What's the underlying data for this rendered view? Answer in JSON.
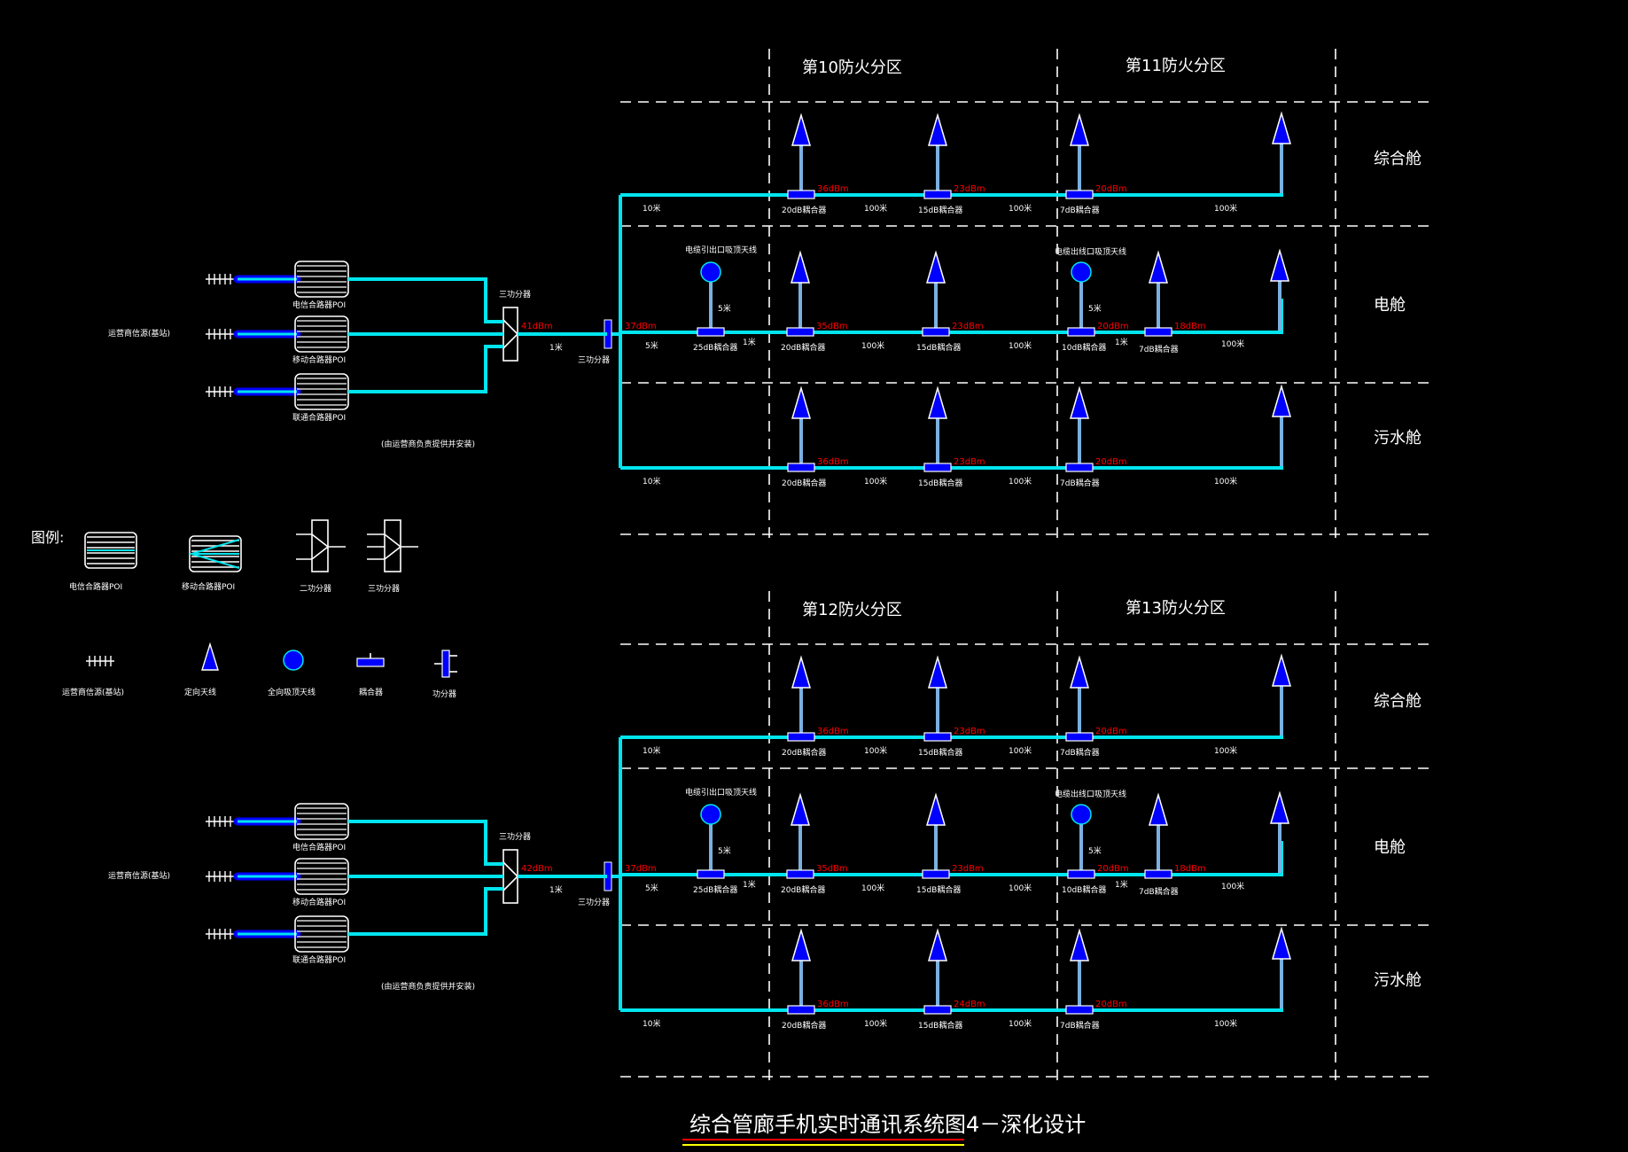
{
  "title": "综合管廊手机实时通讯系统图4－深化设计",
  "colors": {
    "background": "#000000",
    "feeder": "#00e5ee",
    "device": "#0000ff",
    "signal_label": "#ff0000",
    "stem": "#7ab0e0",
    "title_underline_1": "#ff0000",
    "title_underline_2": "#ffff00"
  },
  "legend": {
    "heading": "图例:",
    "items": [
      {
        "icon": "poi-single-icon",
        "label": "电信合路器POI"
      },
      {
        "icon": "poi-multi-icon",
        "label": "移动合路器POI"
      },
      {
        "icon": "two-way-splitter-icon",
        "label": "二功分器"
      },
      {
        "icon": "three-way-splitter-icon",
        "label": "三功分器"
      },
      {
        "icon": "base-station-icon",
        "label": "运营商信源(基站)"
      },
      {
        "icon": "directional-antenna-icon",
        "label": "定向天线"
      },
      {
        "icon": "omni-antenna-icon",
        "label": "全向吸顶天线"
      },
      {
        "icon": "coupler-icon",
        "label": "耦合器"
      },
      {
        "icon": "power-divider-icon",
        "label": "功分器"
      }
    ]
  },
  "cabins": [
    "综合舱",
    "电舱",
    "污水舱"
  ],
  "sections": [
    {
      "zones": [
        "第10防火分区",
        "第11防火分区"
      ],
      "source_label": "运营商信源(基站)",
      "poi_labels": [
        "电信合路器POI",
        "移动合路器POI",
        "联通合路器POI"
      ],
      "poi_note": "(由运营商负责提供并安装)",
      "combiner_label": "三功分器",
      "combiner_out": "41dBm",
      "jumper_len": "1米",
      "splitter_label": "三功分器",
      "splitter_out": "37dBm",
      "rows": [
        {
          "start_len": "10米",
          "couplers": [
            {
              "type": "20dB耦合器",
              "dbm": "36dBm"
            },
            {
              "type": "15dB耦合器",
              "dbm": "23dBm"
            },
            {
              "type": "7dB耦合器",
              "dbm": "20dBm"
            }
          ],
          "spans": [
            "100米",
            "100米",
            "100米"
          ]
        },
        {
          "start_len": "5米",
          "omni1": {
            "label": "电缆引出口吸顶天线",
            "cable": "5米",
            "coupler": "25dB耦合器"
          },
          "gap": "1米",
          "couplers": [
            {
              "type": "20dB耦合器",
              "dbm": "35dBm"
            },
            {
              "type": "15dB耦合器",
              "dbm": "23dBm"
            }
          ],
          "span1": "100米",
          "span2": "100米",
          "omni2": {
            "label": "电缆出线口吸顶天线",
            "cable": "5米",
            "coupler": "10dB耦合器",
            "dbm": "20dBm"
          },
          "gap2": "1米",
          "coupler4": {
            "type": "7dB耦合器",
            "dbm": "18dBm"
          },
          "end_span": "100米"
        },
        {
          "start_len": "10米",
          "couplers": [
            {
              "type": "20dB耦合器",
              "dbm": "36dBm"
            },
            {
              "type": "15dB耦合器",
              "dbm": "23dBm"
            },
            {
              "type": "7dB耦合器",
              "dbm": "20dBm"
            }
          ],
          "spans": [
            "100米",
            "100米",
            "100米"
          ]
        }
      ]
    },
    {
      "zones": [
        "第12防火分区",
        "第13防火分区"
      ],
      "source_label": "运营商信源(基站)",
      "poi_labels": [
        "电信合路器POI",
        "移动合路器POI",
        "联通合路器POI"
      ],
      "poi_note": "(由运营商负责提供并安装)",
      "combiner_label": "三功分器",
      "combiner_out": "42dBm",
      "jumper_len": "1米",
      "splitter_label": "三功分器",
      "splitter_out": "37dBm",
      "rows": [
        {
          "start_len": "10米",
          "couplers": [
            {
              "type": "20dB耦合器",
              "dbm": "36dBm"
            },
            {
              "type": "15dB耦合器",
              "dbm": "23dBm"
            },
            {
              "type": "7dB耦合器",
              "dbm": "20dBm"
            }
          ],
          "spans": [
            "100米",
            "100米",
            "100米"
          ]
        },
        {
          "start_len": "5米",
          "omni1": {
            "label": "电缆引出口吸顶天线",
            "cable": "5米",
            "coupler": "25dB耦合器"
          },
          "gap": "1米",
          "couplers": [
            {
              "type": "20dB耦合器",
              "dbm": "35dBm"
            },
            {
              "type": "15dB耦合器",
              "dbm": "23dBm"
            }
          ],
          "span1": "100米",
          "span2": "100米",
          "omni2": {
            "label": "电缆出线口吸顶天线",
            "cable": "5米",
            "coupler": "10dB耦合器",
            "dbm": "20dBm"
          },
          "gap2": "1米",
          "coupler4": {
            "type": "7dB耦合器",
            "dbm": "18dBm"
          },
          "end_span": "100米"
        },
        {
          "start_len": "10米",
          "couplers": [
            {
              "type": "20dB耦合器",
              "dbm": "36dBm"
            },
            {
              "type": "15dB耦合器",
              "dbm": "24dBm"
            },
            {
              "type": "7dB耦合器",
              "dbm": "20dBm"
            }
          ],
          "spans": [
            "100米",
            "100米",
            "100米"
          ]
        }
      ]
    }
  ]
}
